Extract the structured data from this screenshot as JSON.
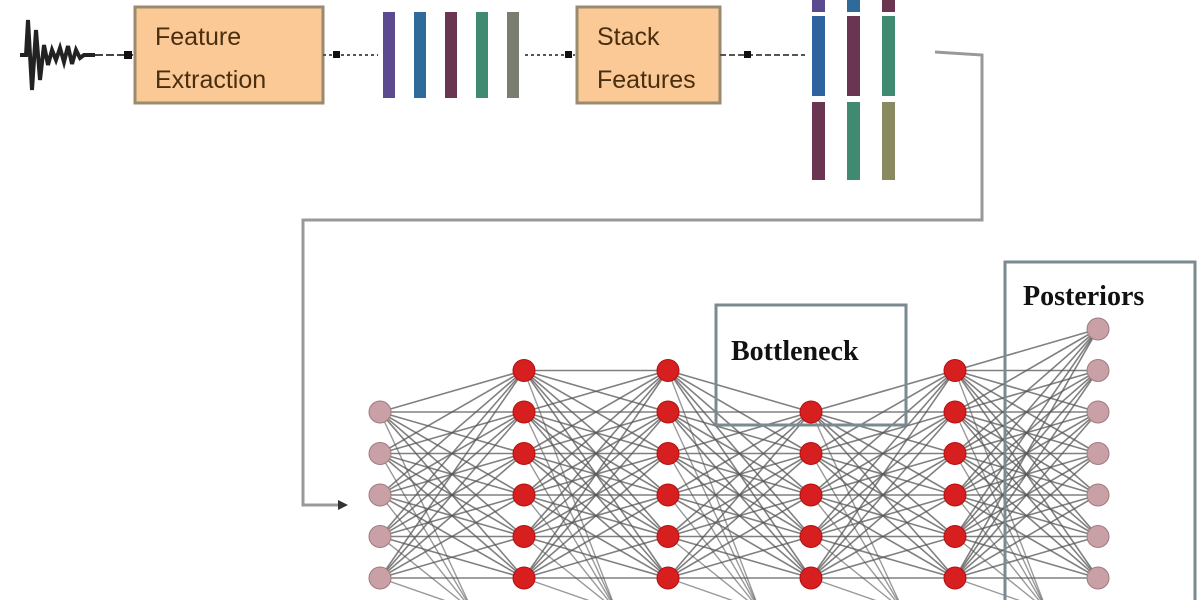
{
  "pipeline": {
    "feature_extraction": {
      "line1": "Feature",
      "line2": "Extraction"
    },
    "stack_features": {
      "line1": "Stack",
      "line2": "Features"
    },
    "frame_colors": [
      "#5b4a8f",
      "#2f6a9a",
      "#6a3550",
      "#3f8a70",
      "#7a7e70"
    ],
    "stacked_columns": [
      [
        "#5b4a8f",
        "#2f63a0",
        "#6a3550"
      ],
      [
        "#2f6a9a",
        "#6a3550",
        "#3f8a70"
      ],
      [
        "#6a3550",
        "#3f8a70",
        "#8a8a60"
      ]
    ]
  },
  "network": {
    "bottleneck_label": "Bottleneck",
    "posteriors_label": "Posteriors",
    "layer_sizes": [
      5,
      6,
      6,
      5,
      6,
      7
    ],
    "input_color": "#c9a0a6",
    "hidden_color": "#d81f1f",
    "output_color": "#c9a0a6",
    "edge_color": "#555555"
  }
}
